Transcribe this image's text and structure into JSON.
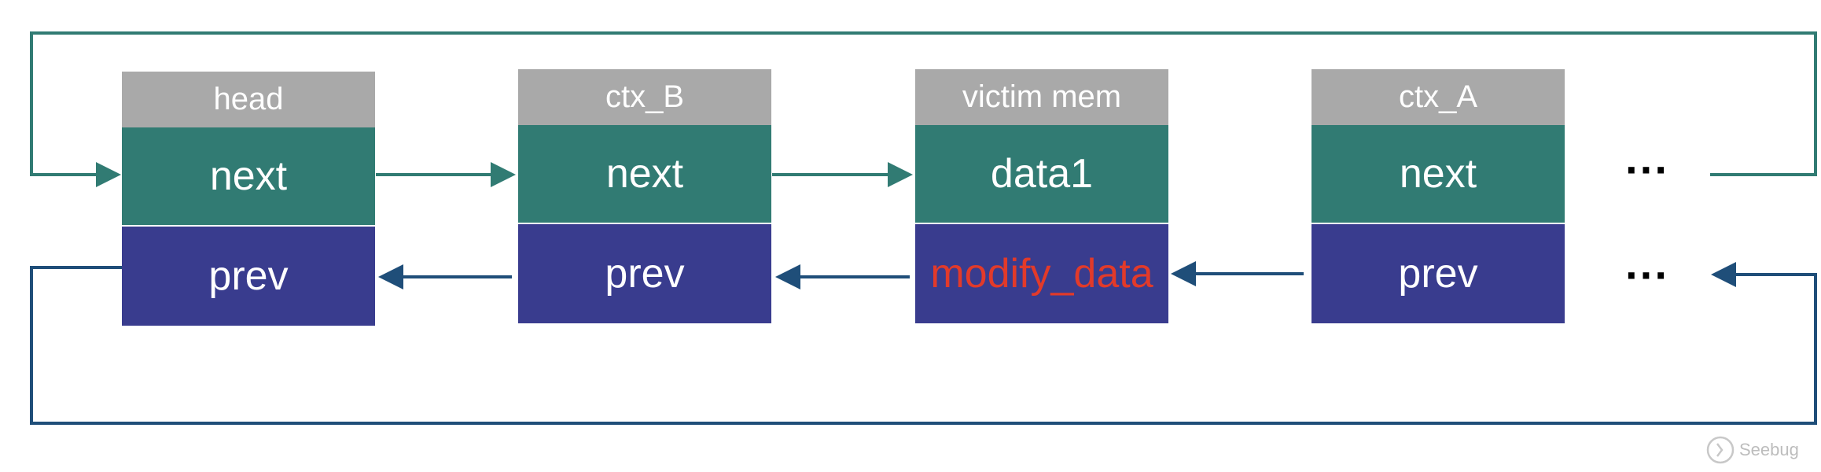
{
  "nodes": [
    {
      "header": "head",
      "next": "next",
      "prev": "prev"
    },
    {
      "header": "ctx_B",
      "next": "next",
      "prev": "prev"
    },
    {
      "header": "victim mem",
      "next": "data1",
      "prev": "modify_data"
    },
    {
      "header": "ctx_A",
      "next": "next",
      "prev": "prev"
    }
  ],
  "ellipsis": {
    "next_row": "···",
    "prev_row": "···"
  },
  "watermark": "Seebug",
  "colors": {
    "header": "#a9a9a9",
    "next_field": "#317b73",
    "prev_field": "#393c8e",
    "next_arrow": "#317b73",
    "prev_arrow": "#1f4e79",
    "highlight_text": "#e23a2a"
  }
}
